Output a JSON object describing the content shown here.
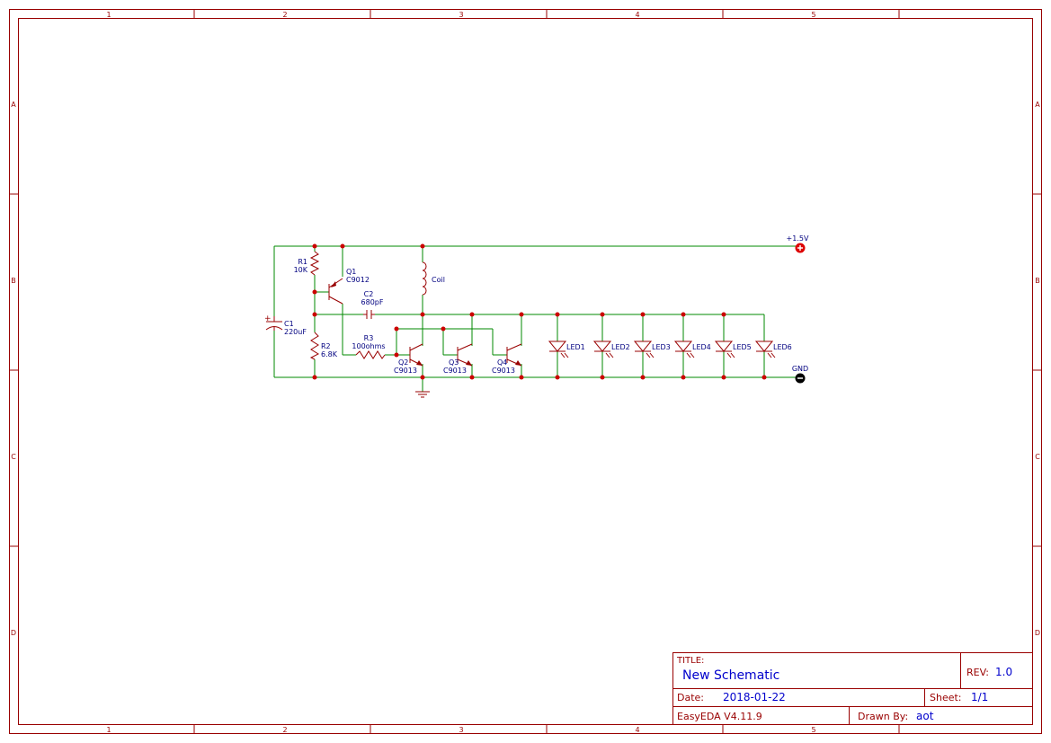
{
  "frame": {
    "columns": [
      "1",
      "2",
      "3",
      "4",
      "5"
    ],
    "rows": [
      "A",
      "B",
      "C",
      "D"
    ]
  },
  "schematic": {
    "components": {
      "r1": {
        "ref": "R1",
        "value": "10K"
      },
      "r2": {
        "ref": "R2",
        "value": "6.8K"
      },
      "r3": {
        "ref": "R3",
        "value": "100ohms"
      },
      "c1": {
        "ref": "C1",
        "value": "220uF",
        "polarity": "+"
      },
      "c2": {
        "ref": "C2",
        "value": "680pF"
      },
      "coil": {
        "ref": "Coil"
      },
      "q1": {
        "ref": "Q1",
        "value": "C9012"
      },
      "q2": {
        "ref": "Q2",
        "value": "C9013"
      },
      "q3": {
        "ref": "Q3",
        "value": "C9013"
      },
      "q4": {
        "ref": "Q4",
        "value": "C9013"
      },
      "leds": [
        "LED1",
        "LED2",
        "LED3",
        "LED4",
        "LED5",
        "LED6"
      ]
    },
    "power": {
      "vcc_label": "+1.5V",
      "gnd_label": "GND"
    },
    "colors": {
      "wire": "#008800",
      "component": "#990000",
      "text": "#000080",
      "junction": "#cc0000"
    }
  },
  "titleblock": {
    "title_label": "TITLE:",
    "title": "New Schematic",
    "rev_label": "REV:",
    "rev": "1.0",
    "date_label": "Date:",
    "date": "2018-01-22",
    "sheet_label": "Sheet:",
    "sheet": "1/1",
    "tool": "EasyEDA V4.11.9",
    "drawn_by_label": "Drawn By:",
    "drawn_by": "aot"
  }
}
